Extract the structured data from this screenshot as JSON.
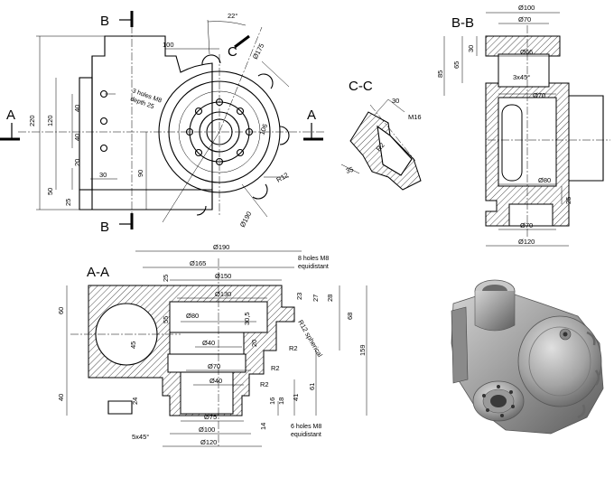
{
  "section_labels": {
    "bb": "B-B",
    "cc": "C-C",
    "aa": "A-A"
  },
  "cut_letters": {
    "b_top": "B",
    "b_bottom": "B",
    "a_left": "A",
    "a_right": "A",
    "c": "C"
  },
  "front_view": {
    "dims": {
      "d220": "220",
      "d100": "100",
      "d120": "120",
      "d40a": "40",
      "d40b": "40",
      "d20": "20",
      "d30": "30",
      "d50": "50",
      "d25": "25",
      "d90": "90",
      "d106": "106",
      "ang22": "22°",
      "phi175": "Ø175",
      "r12": "R12",
      "phi190": "Ø190"
    },
    "note_holes_line1": "3 holes M8",
    "note_holes_line2": "depth 25"
  },
  "section_bb": {
    "dims": {
      "phi100": "Ø100",
      "phi70a": "Ø70",
      "phi66": "Ø66",
      "chamfer": "3x45°",
      "phi70b": "Ø70",
      "phi80": "Ø80",
      "phi70c": "Ø70",
      "phi120": "Ø120",
      "d85": "85",
      "d65": "65",
      "d30": "30",
      "d25": "25"
    }
  },
  "section_cc": {
    "dims": {
      "d30": "30",
      "m16": "M16",
      "d35": "35",
      "r2": "R2"
    }
  },
  "section_aa": {
    "dims": {
      "phi190": "Ø190",
      "phi165": "Ø165",
      "phi150": "Ø150",
      "phi130": "Ø130",
      "phi80": "Ø80",
      "phi40a": "Ø40",
      "phi70": "Ø70",
      "phi40b": "Ø40",
      "phi75": "Ø75",
      "phi100": "Ø100",
      "phi120": "Ø120",
      "d25": "25",
      "d60": "60",
      "d55": "55",
      "d45": "45",
      "d40": "40",
      "d24": "24",
      "d30_5": "30,5",
      "d20": "20",
      "d23": "23",
      "d27": "27",
      "d28": "28",
      "d68": "68",
      "d159": "159",
      "d61": "61",
      "d41": "41",
      "d18": "18",
      "d16": "16",
      "d14": "14",
      "r12sph": "R12 spherical",
      "r2a": "R2",
      "r2b": "R2",
      "r2c": "R2",
      "chamfer": "5x45°"
    },
    "note8_line1": "8 holes M8",
    "note8_line2": "equidistant",
    "note6_line1": "6 holes M8",
    "note6_line2": "equidistant"
  }
}
